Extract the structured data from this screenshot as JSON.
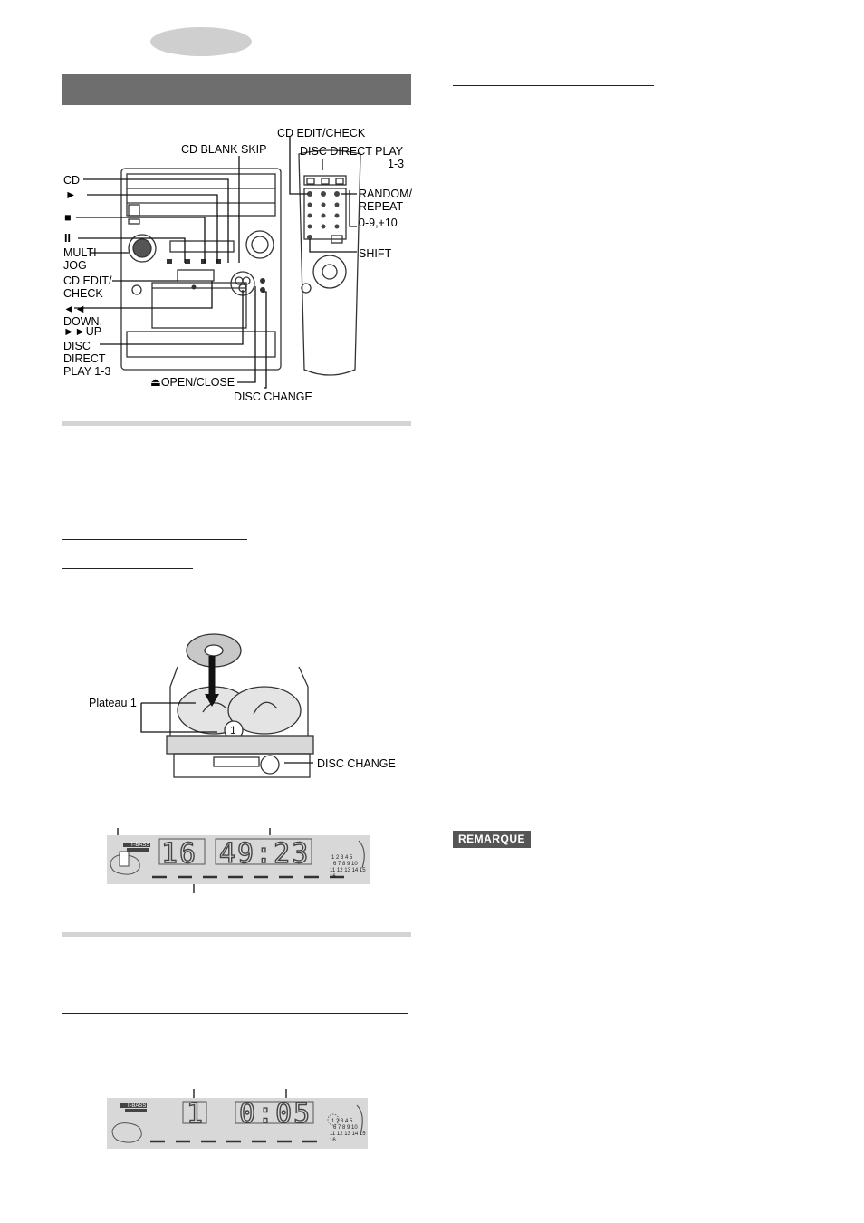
{
  "labels": {
    "cd_blank_skip": "CD BLANK SKIP",
    "cd": "CD",
    "play": "►",
    "stop": "■",
    "pause": "II",
    "multi": "MULTI",
    "jog": "JOG",
    "cd_edit": "CD EDIT/",
    "check": "CHECK",
    "rewind": "◄◄",
    "down": "DOWN,",
    "ff_up": "►►UP",
    "disc": "DISC",
    "direct": "DIRECT",
    "play13": "PLAY 1-3",
    "open_close": "OPEN/CLOSE",
    "disc_change": "DISC CHANGE",
    "remote_cd_edit_check": "CD EDIT/CHECK",
    "remote_disc_direct_play": "DISC DIRECT PLAY",
    "remote_disc_direct_play_2": "1-3",
    "random": "RANDOM/",
    "repeat": "REPEAT",
    "numbers": "0-9,+10",
    "shift": "SHIFT",
    "plateau": "Plateau 1",
    "disc_change_2": "DISC CHANGE",
    "remarque": "REMARQUE"
  },
  "display1": {
    "track": "16",
    "time": "49:23",
    "tbass": "T-BASS",
    "grid": [
      "1 2 3 4 5",
      "6 7 8 9 10",
      "11 12 13 14 15",
      "16"
    ]
  },
  "display2": {
    "track": "1",
    "time": "0:05",
    "tbass": "T-BASS",
    "grid": [
      "1 2 3 4 5",
      "6 7 8 9 10",
      "11 12 13 14 15",
      "16"
    ]
  }
}
